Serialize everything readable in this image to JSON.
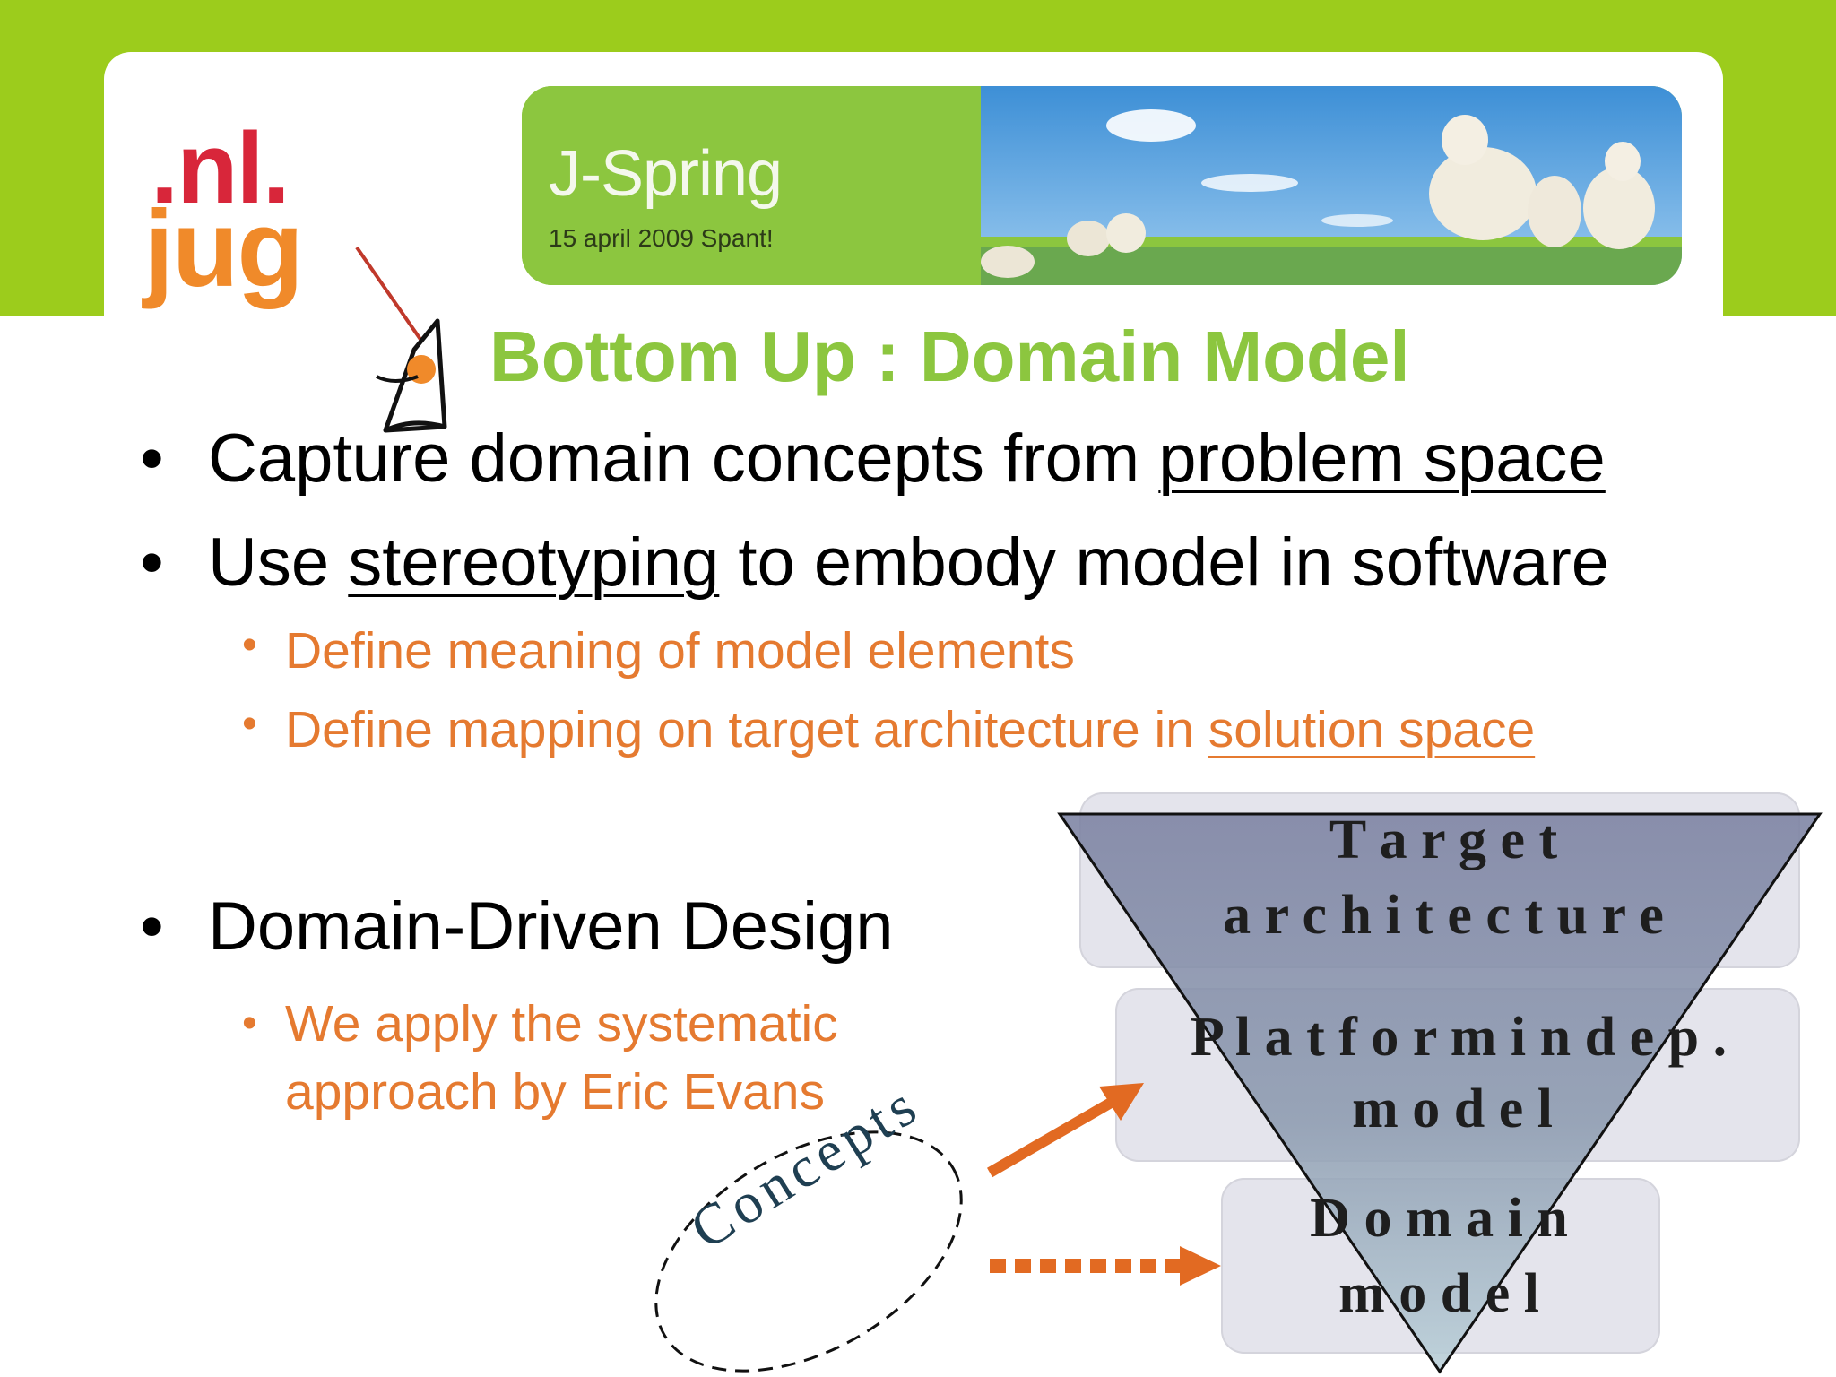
{
  "logo": {
    "line1": ".nl.",
    "line2": "jug"
  },
  "banner": {
    "title": "J-Spring",
    "subtitle": "15 april 2009 Spant!"
  },
  "slide": {
    "title": "Bottom Up : Domain Model",
    "bullets": [
      {
        "pre": "Capture domain concepts from ",
        "link": "problem space",
        "post": ""
      },
      {
        "pre": "Use ",
        "link": "stereotyping",
        "post": " to embody model in software"
      }
    ],
    "sub_bullets": [
      {
        "pre": "Define meaning of model elements",
        "link": "",
        "post": ""
      },
      {
        "pre": "Define mapping on target architecture in ",
        "link": "solution space",
        "post": ""
      }
    ],
    "bullet3": "Domain-Driven Design",
    "sub_bullet3": {
      "line1": "We apply the systematic",
      "line2": "approach by Eric Evans"
    }
  },
  "diagram": {
    "target_line1": "T a r g e t",
    "target_line2": "a r c h i t e c t u r e",
    "platform_line1": "P l a t f o r m   i n d e p .",
    "platform_line2": "m o d e l",
    "domain_line1": "D o m a i n",
    "domain_line2": "m o d e l",
    "concepts": "Concepts",
    "colors": {
      "triangle": "#7f86a6",
      "accent": "#e26a22",
      "box": "#e4e4ec"
    }
  }
}
